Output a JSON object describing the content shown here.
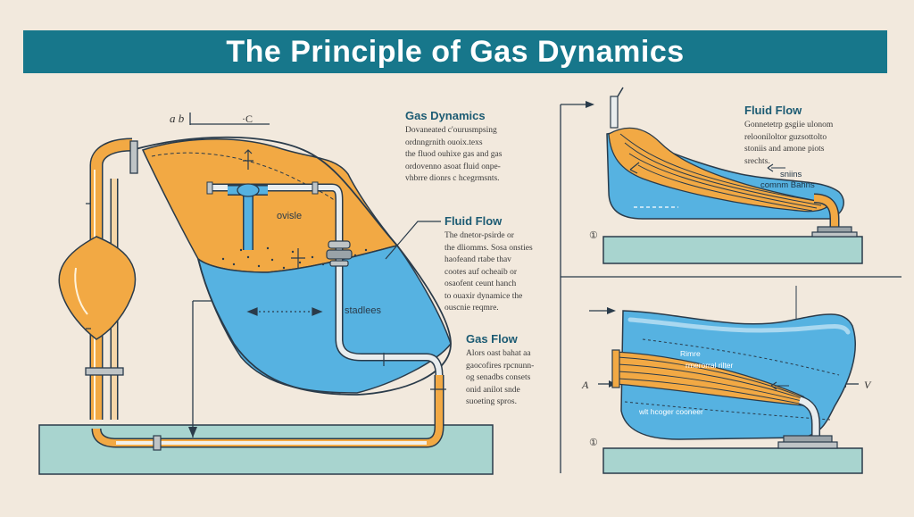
{
  "title": "The Principle of Gas Dynamics",
  "left_diagram": {
    "top_labels": {
      "ab": "a b",
      "c": "·C"
    },
    "tank_labels": {
      "upper": "ovisle",
      "lower": "stadlees"
    }
  },
  "annotations": {
    "gas_dynamics": {
      "heading": "Gas Dynamics",
      "lines": [
        "Dovaneated c'ourusmpsing",
        "ordnngrnith ouoix.texs",
        "the fluod ouhixe gas and gas",
        "ordovenno asoat fluid onpe-",
        "vhbrre dionrs c hcegrmsnts."
      ]
    },
    "fluid_flow_middle": {
      "heading": "Fluid Flow",
      "lines": [
        "The dnetor-psirde or",
        "the dliomms. Sosa onsties",
        "haofeand rtabe thav",
        "cootes auf ocheaib or",
        "osaofent ceunt hanch",
        "to ouaxir dynamice the",
        "ouscnie reqmre."
      ]
    },
    "gas_flow": {
      "heading": "Gas Flow",
      "lines": [
        "Alors oast bahat aa",
        "gaocofires rpcnunn-",
        "og senadbs consets",
        "onid anilot snde",
        "suoeting spros."
      ]
    },
    "fluid_flow_right": {
      "heading": "Fluid Flow",
      "lines": [
        "Gonnetetrp gsgiie ulonom",
        "relooniloltor guzsottolto",
        "stoniis and amone piots",
        "srechts."
      ]
    }
  },
  "right_top": {
    "marker": "①",
    "labels": [
      "sniins",
      "comnm  Bahns"
    ]
  },
  "right_bottom": {
    "marker": "①",
    "left_label": "A",
    "right_label": "V",
    "labels": [
      "Rimre",
      "rmerorral rilter",
      "wlt hcoger cooneer"
    ]
  },
  "colors": {
    "teal": "#17778b",
    "orange": "#f2a944",
    "blue": "#56b2e1",
    "light_blue": "#a9d8f0",
    "base": "#a8d4cf",
    "outline": "#2a3b4a"
  }
}
